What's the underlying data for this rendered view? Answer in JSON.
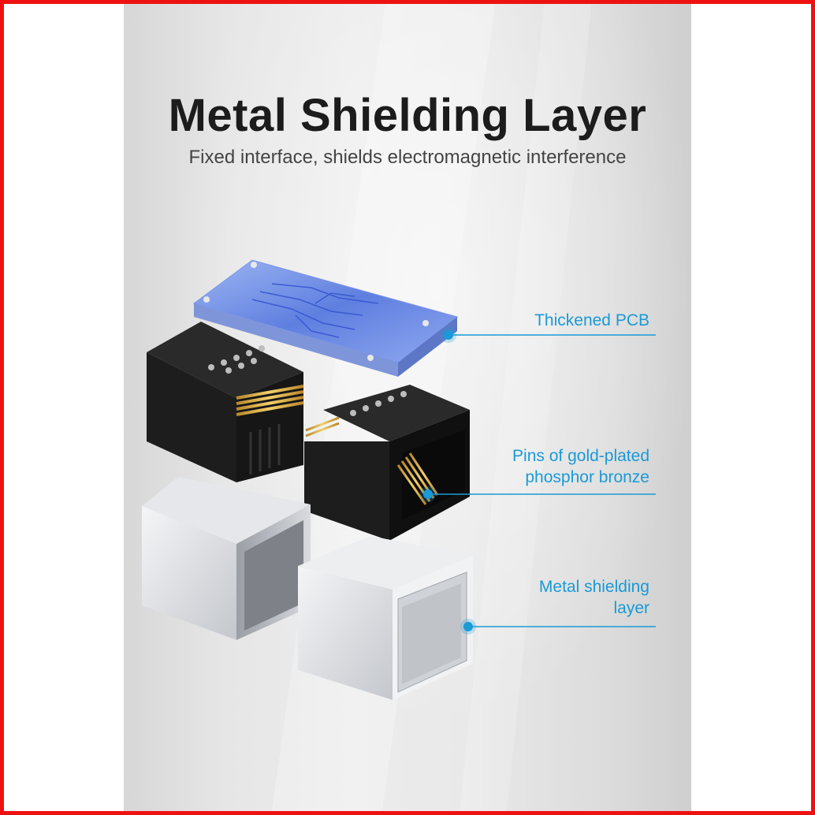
{
  "heading": {
    "title": "Metal Shielding Layer",
    "subtitle": "Fixed interface, shields electromagnetic interference"
  },
  "callouts": [
    {
      "lines": [
        "Thickened PCB"
      ]
    },
    {
      "lines": [
        "Pins of gold-plated",
        "phosphor bronze"
      ]
    },
    {
      "lines": [
        "Metal shielding",
        "layer"
      ]
    }
  ],
  "colors": {
    "frame": "#ee1111",
    "accent": "#1a9ad6",
    "title": "#1c1c1c",
    "pcb": "#6f8fe6",
    "module": "#1e1e1e",
    "gold": "#d8a73c",
    "shield": "#d6d8dc"
  }
}
